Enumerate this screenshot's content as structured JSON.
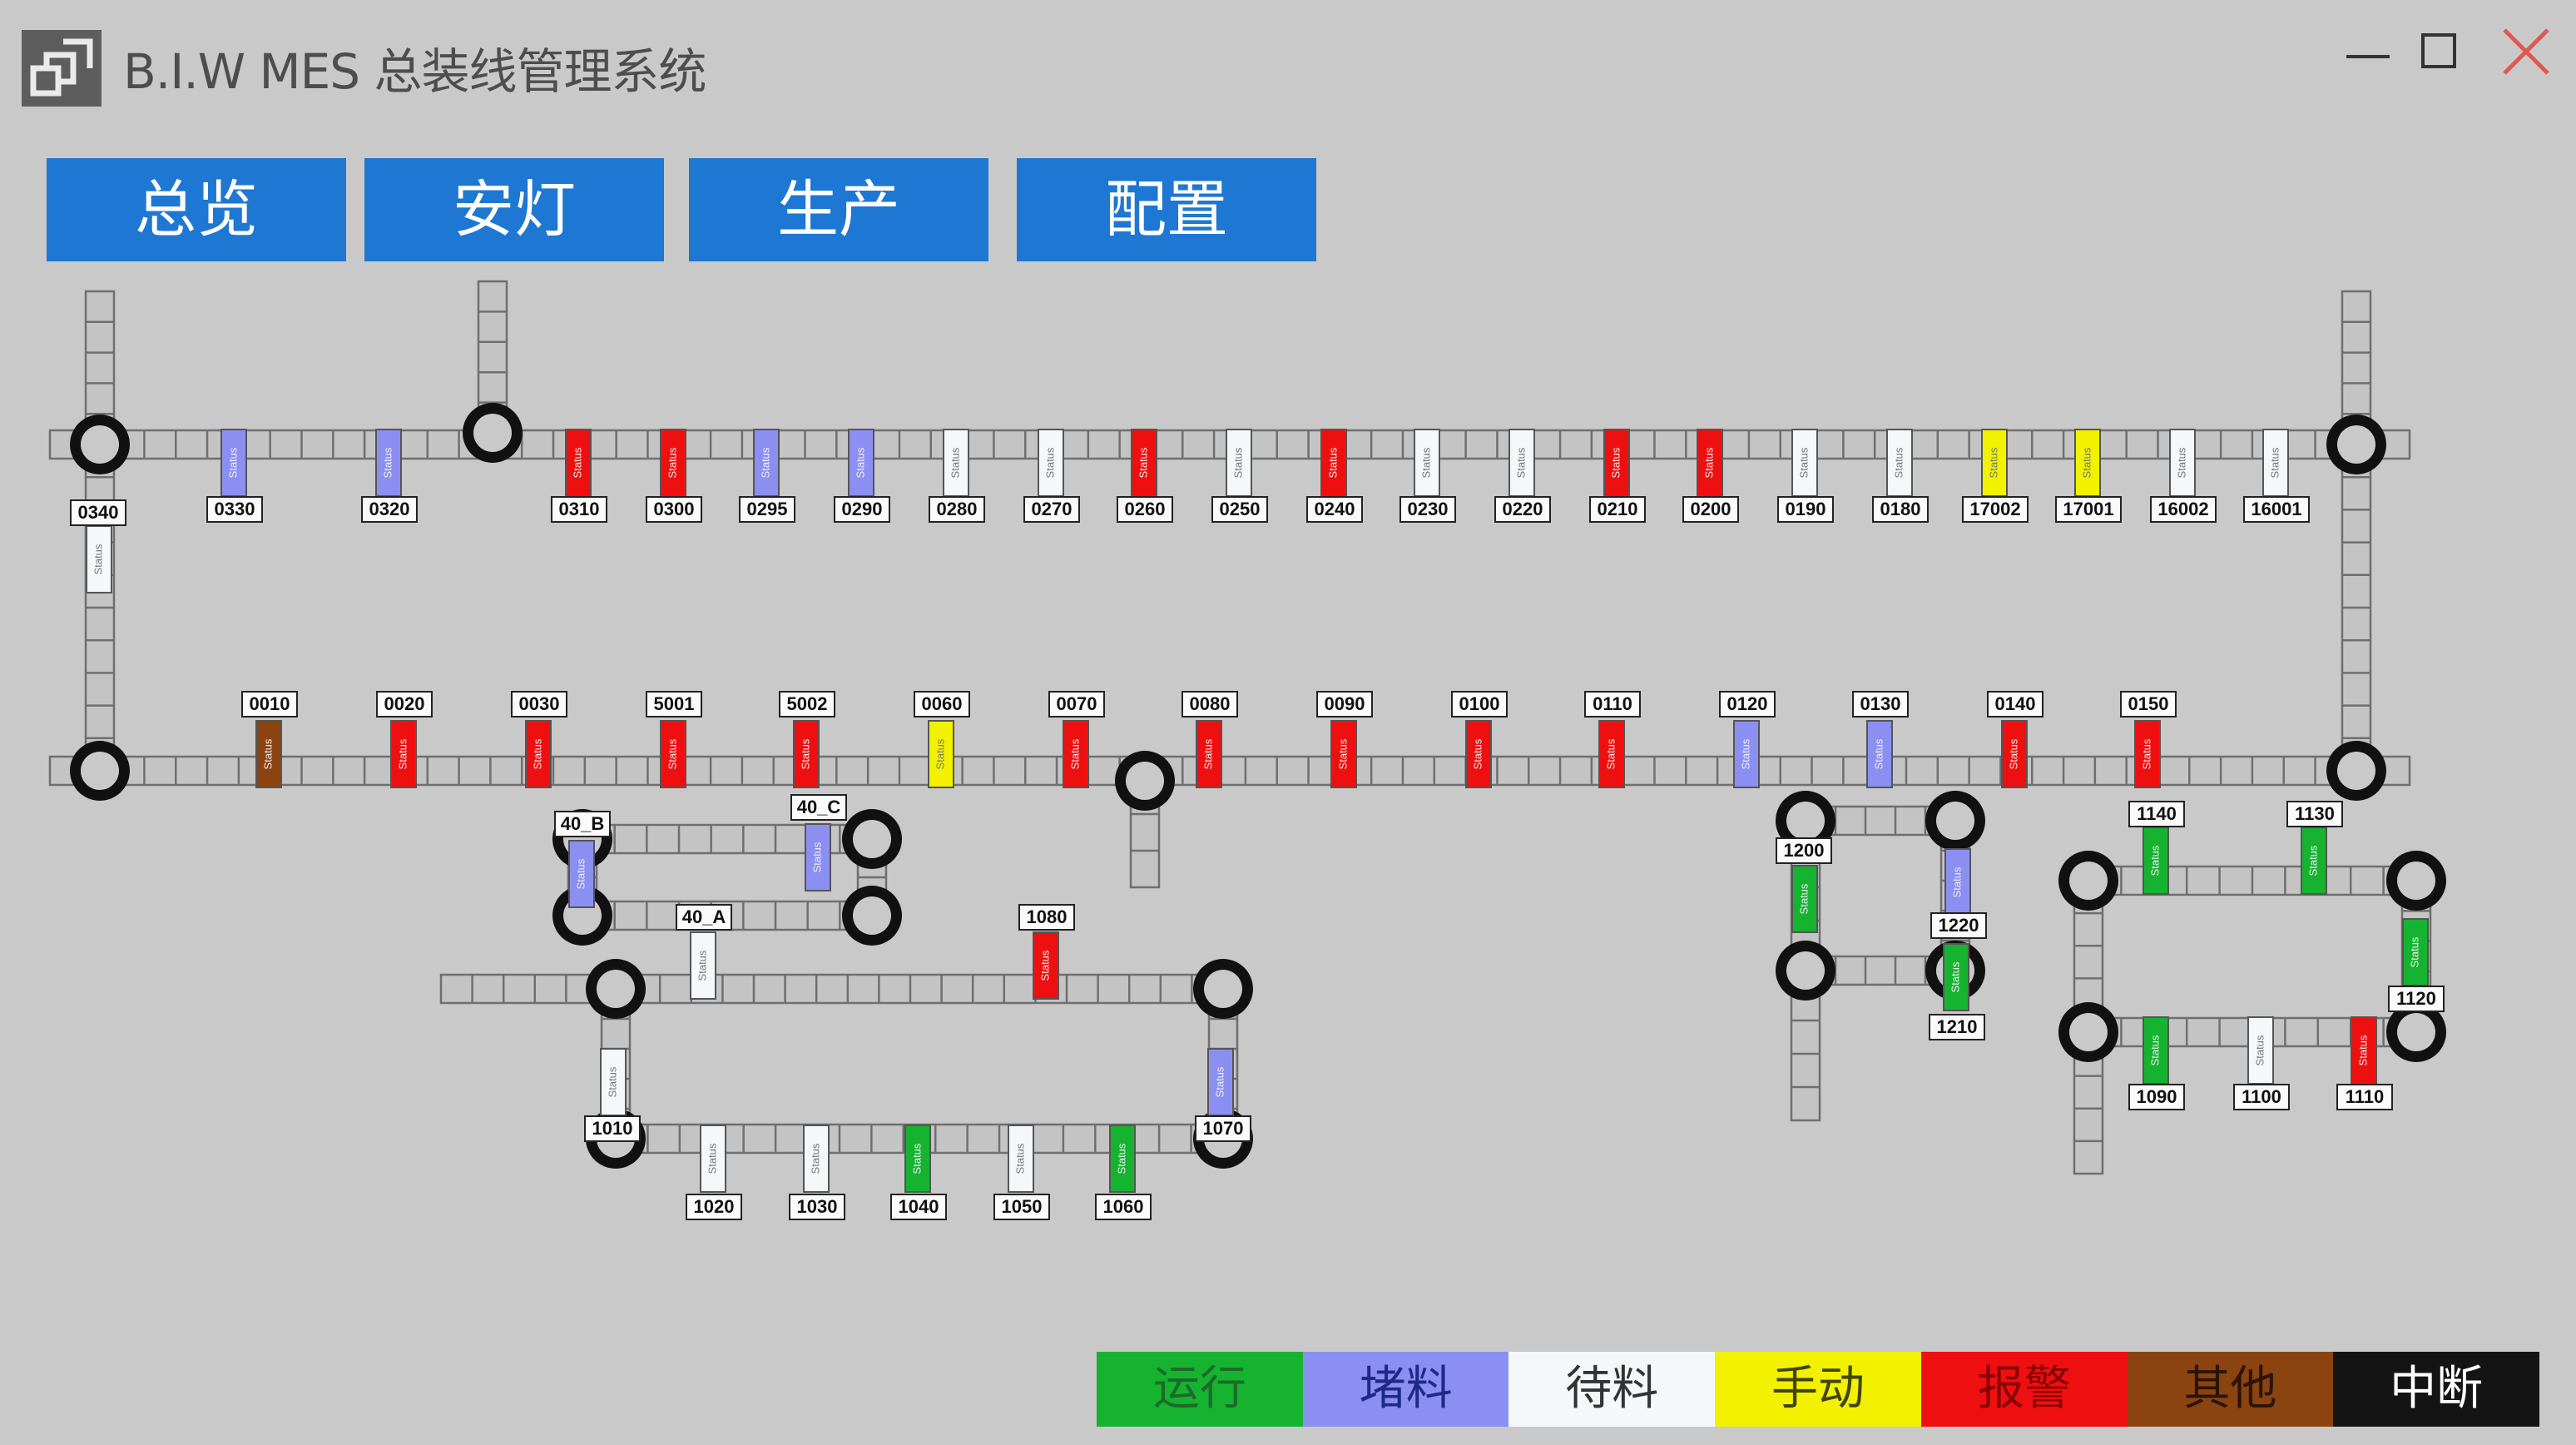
{
  "window": {
    "title": "B.I.W MES 总装线管理系统",
    "icons": [
      "app-logo-icon",
      "minimize-icon",
      "maximize-icon",
      "close-icon"
    ],
    "close_color": "#e0584f"
  },
  "nav": [
    {
      "key": "overview",
      "label": "总览"
    },
    {
      "key": "andon",
      "label": "安灯"
    },
    {
      "key": "production",
      "label": "生产"
    },
    {
      "key": "config",
      "label": "配置"
    }
  ],
  "colors": {
    "nav_bg": "#1e77d3",
    "running": "#16b331",
    "blocked": "#8b8ff2",
    "waiting": "#f4f8fb",
    "manual": "#f1f100",
    "alarm": "#ee1010",
    "other": "#8b4310",
    "interrupt": "#141414"
  },
  "station_status_text": "Status",
  "stations": [
    {
      "id": "0340",
      "status": "waiting"
    },
    {
      "id": "0330",
      "status": "blocked"
    },
    {
      "id": "0320",
      "status": "blocked"
    },
    {
      "id": "0310",
      "status": "alarm"
    },
    {
      "id": "0300",
      "status": "alarm"
    },
    {
      "id": "0295",
      "status": "blocked"
    },
    {
      "id": "0290",
      "status": "blocked"
    },
    {
      "id": "0280",
      "status": "waiting"
    },
    {
      "id": "0270",
      "status": "waiting"
    },
    {
      "id": "0260",
      "status": "alarm"
    },
    {
      "id": "0250",
      "status": "waiting"
    },
    {
      "id": "0240",
      "status": "alarm"
    },
    {
      "id": "0230",
      "status": "waiting"
    },
    {
      "id": "0220",
      "status": "waiting"
    },
    {
      "id": "0210",
      "status": "alarm"
    },
    {
      "id": "0200",
      "status": "alarm"
    },
    {
      "id": "0190",
      "status": "waiting"
    },
    {
      "id": "0180",
      "status": "waiting"
    },
    {
      "id": "17002",
      "status": "manual"
    },
    {
      "id": "17001",
      "status": "manual"
    },
    {
      "id": "16002",
      "status": "waiting"
    },
    {
      "id": "16001",
      "status": "waiting"
    },
    {
      "id": "0010",
      "status": "other"
    },
    {
      "id": "0020",
      "status": "alarm"
    },
    {
      "id": "0030",
      "status": "alarm"
    },
    {
      "id": "5001",
      "status": "alarm"
    },
    {
      "id": "5002",
      "status": "alarm"
    },
    {
      "id": "0060",
      "status": "manual"
    },
    {
      "id": "0070",
      "status": "alarm"
    },
    {
      "id": "0080",
      "status": "alarm"
    },
    {
      "id": "0090",
      "status": "alarm"
    },
    {
      "id": "0100",
      "status": "alarm"
    },
    {
      "id": "0110",
      "status": "alarm"
    },
    {
      "id": "0120",
      "status": "blocked"
    },
    {
      "id": "0130",
      "status": "blocked"
    },
    {
      "id": "0140",
      "status": "alarm"
    },
    {
      "id": "0150",
      "status": "alarm"
    },
    {
      "id": "40_B",
      "status": "blocked"
    },
    {
      "id": "40_C",
      "status": "blocked"
    },
    {
      "id": "40_A",
      "status": "waiting"
    },
    {
      "id": "1080",
      "status": "alarm"
    },
    {
      "id": "1010",
      "status": "waiting"
    },
    {
      "id": "1070",
      "status": "blocked"
    },
    {
      "id": "1020",
      "status": "waiting"
    },
    {
      "id": "1030",
      "status": "waiting"
    },
    {
      "id": "1040",
      "status": "running"
    },
    {
      "id": "1050",
      "status": "waiting"
    },
    {
      "id": "1060",
      "status": "running"
    },
    {
      "id": "1200",
      "status": "running"
    },
    {
      "id": "1220",
      "status": "blocked"
    },
    {
      "id": "1210",
      "status": "running"
    },
    {
      "id": "1140",
      "status": "running"
    },
    {
      "id": "1130",
      "status": "running"
    },
    {
      "id": "1120",
      "status": "running"
    },
    {
      "id": "1090",
      "status": "running"
    },
    {
      "id": "1100",
      "status": "waiting"
    },
    {
      "id": "1110",
      "status": "alarm"
    }
  ],
  "legend": [
    {
      "label": "运行",
      "status": "running",
      "text_color": "#1d6b2a"
    },
    {
      "label": "堵料",
      "status": "blocked",
      "text_color": "#1d2a86"
    },
    {
      "label": "待料",
      "status": "waiting",
      "text_color": "#333333"
    },
    {
      "label": "手动",
      "status": "manual",
      "text_color": "#444400"
    },
    {
      "label": "报警",
      "status": "alarm",
      "text_color": "#8a0000"
    },
    {
      "label": "其他",
      "status": "other",
      "text_color": "#2b1405"
    },
    {
      "label": "中断",
      "status": "interrupt",
      "text_color": "#ffffff"
    }
  ]
}
